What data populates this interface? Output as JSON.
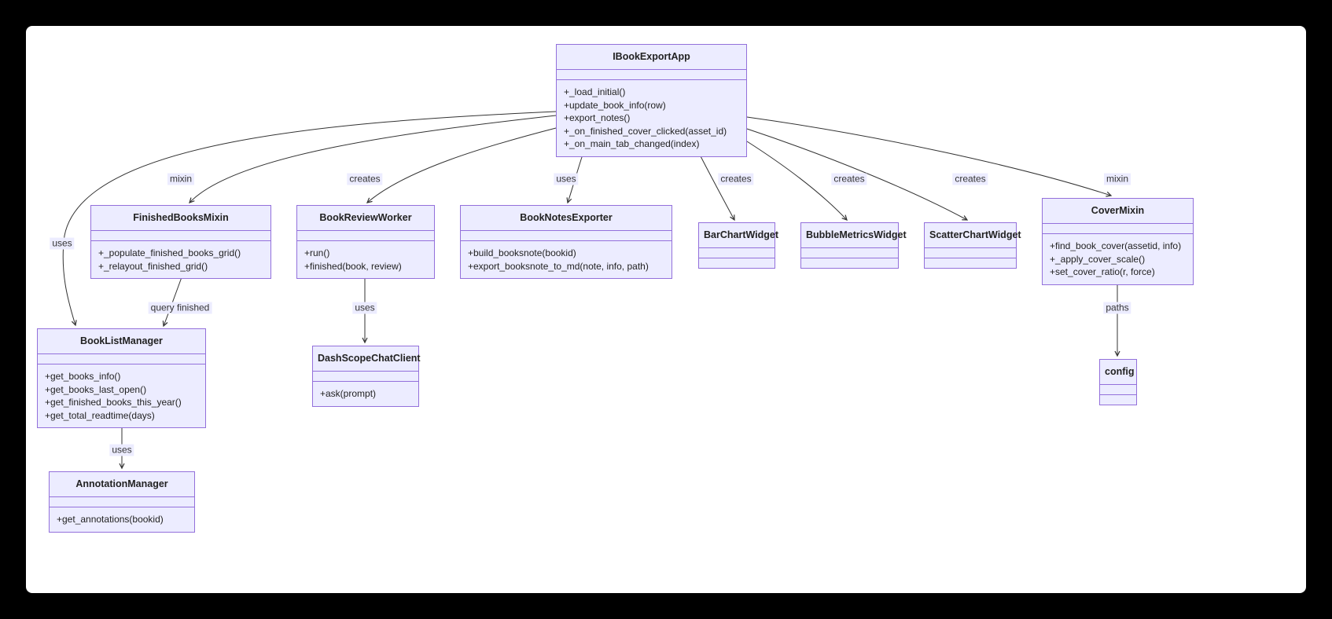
{
  "diagram": {
    "type": "uml-class-diagram",
    "colors": {
      "page_background": "#000000",
      "canvas_background": "#ffffff",
      "node_fill": "#ECECFF",
      "node_border": "#9370DB",
      "edge_color": "#333333",
      "text_color": "#222222"
    },
    "classes": [
      {
        "title": "IBookExportApp",
        "attributes": [],
        "methods": [
          "+_load_initial()",
          "+update_book_info(row)",
          "+export_notes()",
          "+_on_finished_cover_clicked(asset_id)",
          "+_on_main_tab_changed(index)"
        ]
      },
      {
        "title": "FinishedBooksMixin",
        "attributes": [],
        "methods": [
          "+_populate_finished_books_grid()",
          "+_relayout_finished_grid()"
        ]
      },
      {
        "title": "BookReviewWorker",
        "attributes": [],
        "methods": [
          "+run()",
          "+finished(book, review)"
        ]
      },
      {
        "title": "BookNotesExporter",
        "attributes": [],
        "methods": [
          "+build_booksnote(bookid)",
          "+export_booksnote_to_md(note, info, path)"
        ]
      },
      {
        "title": "BarChartWidget",
        "attributes": [],
        "methods": []
      },
      {
        "title": "BubbleMetricsWidget",
        "attributes": [],
        "methods": []
      },
      {
        "title": "ScatterChartWidget",
        "attributes": [],
        "methods": []
      },
      {
        "title": "CoverMixin",
        "attributes": [],
        "methods": [
          "+find_book_cover(assetid, info)",
          "+_apply_cover_scale()",
          "+set_cover_ratio(r, force)"
        ]
      },
      {
        "title": "BookListManager",
        "attributes": [],
        "methods": [
          "+get_books_info()",
          "+get_books_last_open()",
          "+get_finished_books_this_year()",
          "+get_total_readtime(days)"
        ]
      },
      {
        "title": "DashScopeChatClient",
        "attributes": [],
        "methods": [
          "+ask(prompt)"
        ]
      },
      {
        "title": "AnnotationManager",
        "attributes": [],
        "methods": [
          "+get_annotations(bookid)"
        ]
      },
      {
        "title": "config",
        "attributes": [],
        "methods": []
      }
    ],
    "edges": [
      {
        "from": "IBookExportApp",
        "to": "FinishedBooksMixin",
        "label": "mixin"
      },
      {
        "from": "IBookExportApp",
        "to": "BookReviewWorker",
        "label": "creates"
      },
      {
        "from": "IBookExportApp",
        "to": "BookNotesExporter",
        "label": "uses"
      },
      {
        "from": "IBookExportApp",
        "to": "BarChartWidget",
        "label": "creates"
      },
      {
        "from": "IBookExportApp",
        "to": "BubbleMetricsWidget",
        "label": "creates"
      },
      {
        "from": "IBookExportApp",
        "to": "ScatterChartWidget",
        "label": "creates"
      },
      {
        "from": "IBookExportApp",
        "to": "CoverMixin",
        "label": "mixin"
      },
      {
        "from": "IBookExportApp",
        "to": "BookListManager",
        "label": "uses"
      },
      {
        "from": "FinishedBooksMixin",
        "to": "BookListManager",
        "label": "query finished"
      },
      {
        "from": "BookReviewWorker",
        "to": "DashScopeChatClient",
        "label": "uses"
      },
      {
        "from": "BookListManager",
        "to": "AnnotationManager",
        "label": "uses"
      },
      {
        "from": "CoverMixin",
        "to": "config",
        "label": "paths"
      }
    ]
  }
}
